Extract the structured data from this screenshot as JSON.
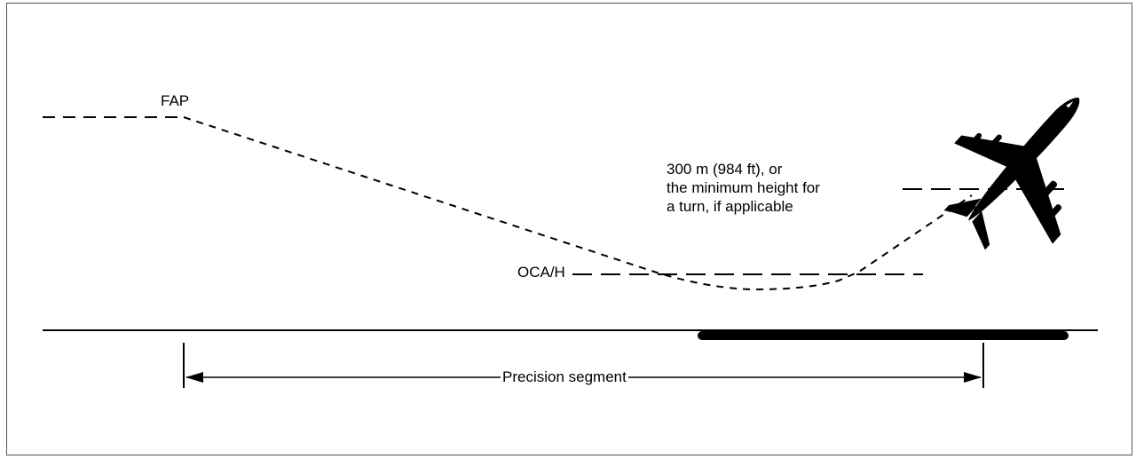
{
  "labels": {
    "fap": "FAP",
    "oca_h": "OCA/H",
    "height_line1": "300 m (984 ft), or",
    "height_line2": "the minimum height for",
    "height_line3": "a turn, if applicable",
    "segment": "Precision segment"
  },
  "colors": {
    "stroke": "#000000",
    "background": "#ffffff",
    "frame": "#555555"
  },
  "icons": {
    "aircraft": "airplane-climbing-icon"
  }
}
